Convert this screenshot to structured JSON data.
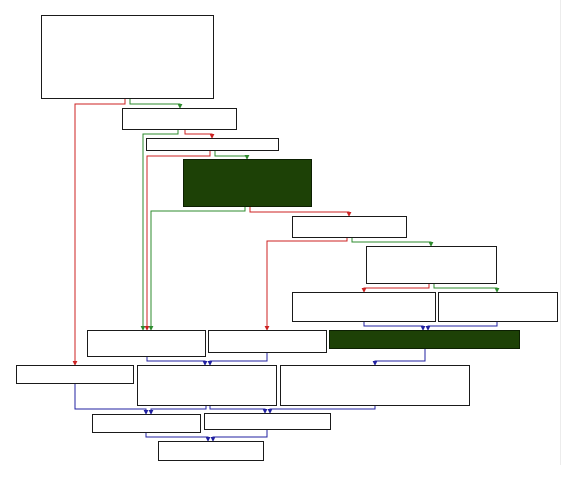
{
  "colors": {
    "background": "#ffffff",
    "node_border": "#1a1a1a",
    "highlight_fill": "#1d4106",
    "edge_true": "#2e8b2e",
    "edge_false": "#cc2222",
    "edge_unconditional": "#2020a0"
  },
  "edge_types": [
    "true-branch",
    "false-branch",
    "unconditional"
  ],
  "node_kinds": [
    "basic-block",
    "highlighted-basic-block"
  ]
}
